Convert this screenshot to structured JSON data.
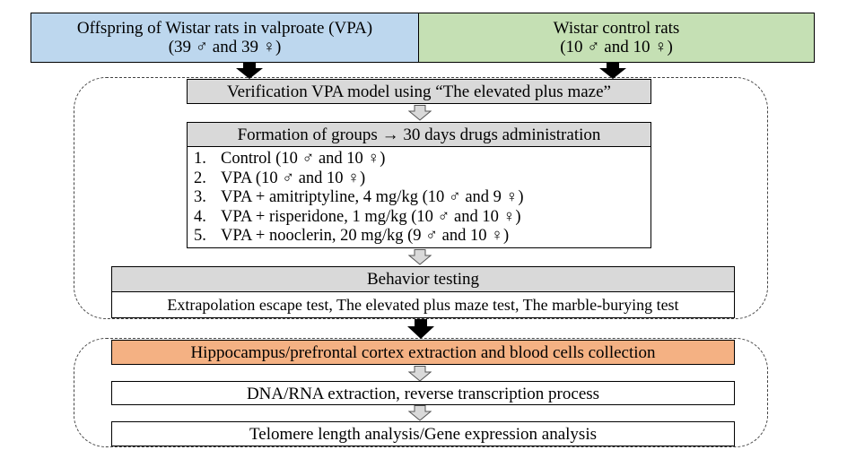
{
  "diagram": {
    "top_left_box": {
      "line1": "Offspring of Wistar rats in valproate (VPA)",
      "line2": "(39 ♂ and 39 ♀)",
      "color": "#bdd7ee"
    },
    "top_right_box": {
      "line1": "Wistar control rats",
      "line2": "(10 ♂ and 10 ♀)",
      "color": "#c5e0b4"
    },
    "verification": {
      "text": "Verification VPA model using “The elevated plus maze”",
      "color": "#d9d9d9"
    },
    "formation": {
      "header": "Formation of groups → 30 days drugs administration",
      "color": "#d9d9d9",
      "groups": [
        {
          "num": "1.",
          "text": "Control (10 ♂ and 10 ♀)"
        },
        {
          "num": "2.",
          "text": "VPA (10 ♂ and 10 ♀)"
        },
        {
          "num": "3.",
          "text": "VPA + amitriptyline, 4 mg/kg (10 ♂ and 9 ♀)"
        },
        {
          "num": "4.",
          "text": "VPA + risperidone, 1 mg/kg (10 ♂ and 10 ♀)"
        },
        {
          "num": "5.",
          "text": "VPA + nooclerin, 20 mg/kg (9 ♂ and 10 ♀)"
        }
      ]
    },
    "behavior": {
      "header": "Behavior testing",
      "tests": "Extrapolation escape test, The elevated plus maze test, The marble-burying test",
      "color": "#d9d9d9"
    },
    "extraction": {
      "text": "Hippocampus/prefrontal cortex extraction and blood cells collection",
      "color": "#f4b183"
    },
    "dna_rna": {
      "text": "DNA/RNA extraction, reverse transcription process"
    },
    "analysis": {
      "text": "Telomere length analysis/Gene expression analysis"
    }
  }
}
